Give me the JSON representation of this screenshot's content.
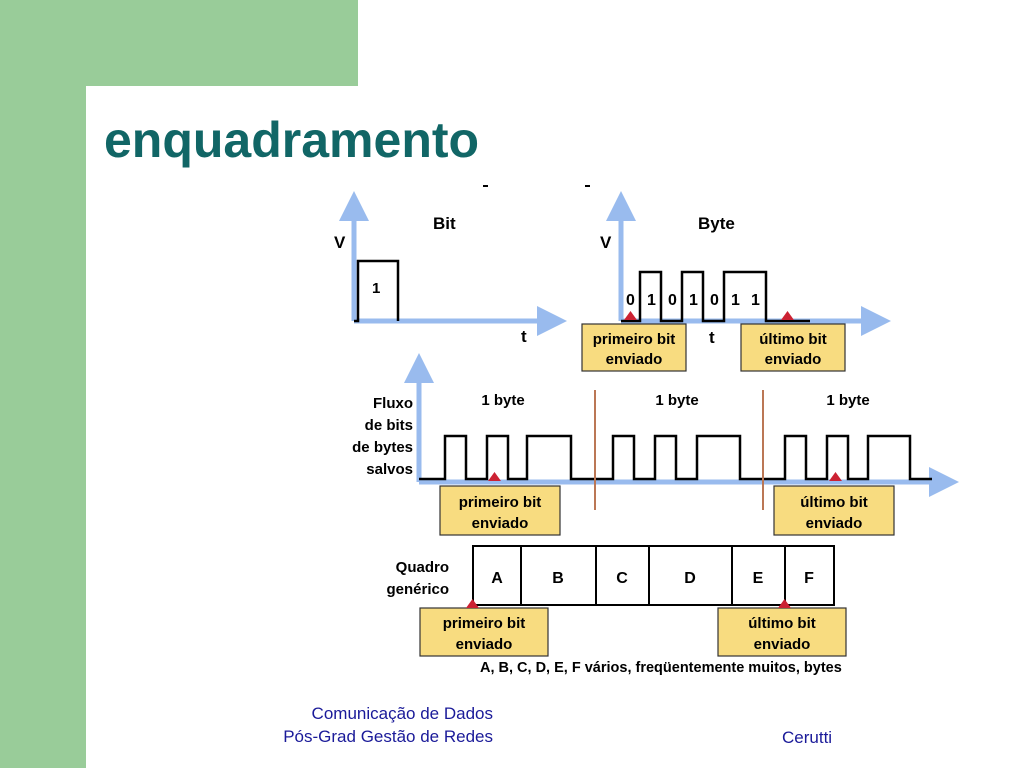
{
  "slide": {
    "title": "enquadramento"
  },
  "diagram": {
    "bit_panel": {
      "title": "Bit",
      "axis_v": "V",
      "axis_t": "t",
      "pulse_label": "1"
    },
    "byte_panel": {
      "title": "Byte",
      "axis_v": "V",
      "axis_t": "t",
      "bits": [
        "0",
        "1",
        "0",
        "1",
        "0",
        "1",
        "1"
      ],
      "first_label": [
        "primeiro bit",
        "enviado"
      ],
      "last_label": [
        "último bit",
        "enviado"
      ]
    },
    "stream_panel": {
      "ylabel": [
        "Fluxo",
        "de bits",
        "de bytes",
        "salvos"
      ],
      "byte_labels": [
        "1 byte",
        "1 byte",
        "1 byte"
      ],
      "first_label": [
        "primeiro bit",
        "enviado"
      ],
      "last_label": [
        "último bit",
        "enviado"
      ]
    },
    "frame_panel": {
      "label": [
        "Quadro",
        "genérico"
      ],
      "fields": [
        "A",
        "B",
        "C",
        "D",
        "E",
        "F"
      ],
      "first_label": [
        "primeiro bit",
        "enviado"
      ],
      "last_label": [
        "último bit",
        "enviado"
      ],
      "caption": "A, B, C, D, E, F vários, freqüentemente muitos, bytes"
    },
    "colors": {
      "axis": "#99bbee",
      "callout_fill": "#f8dc80",
      "marker": "#cc2233",
      "divider": "#bb7755"
    }
  },
  "footer": {
    "course": "Comunicação de Dados",
    "program": "Pós-Grad Gestão de Redes",
    "author": "Cerutti"
  }
}
